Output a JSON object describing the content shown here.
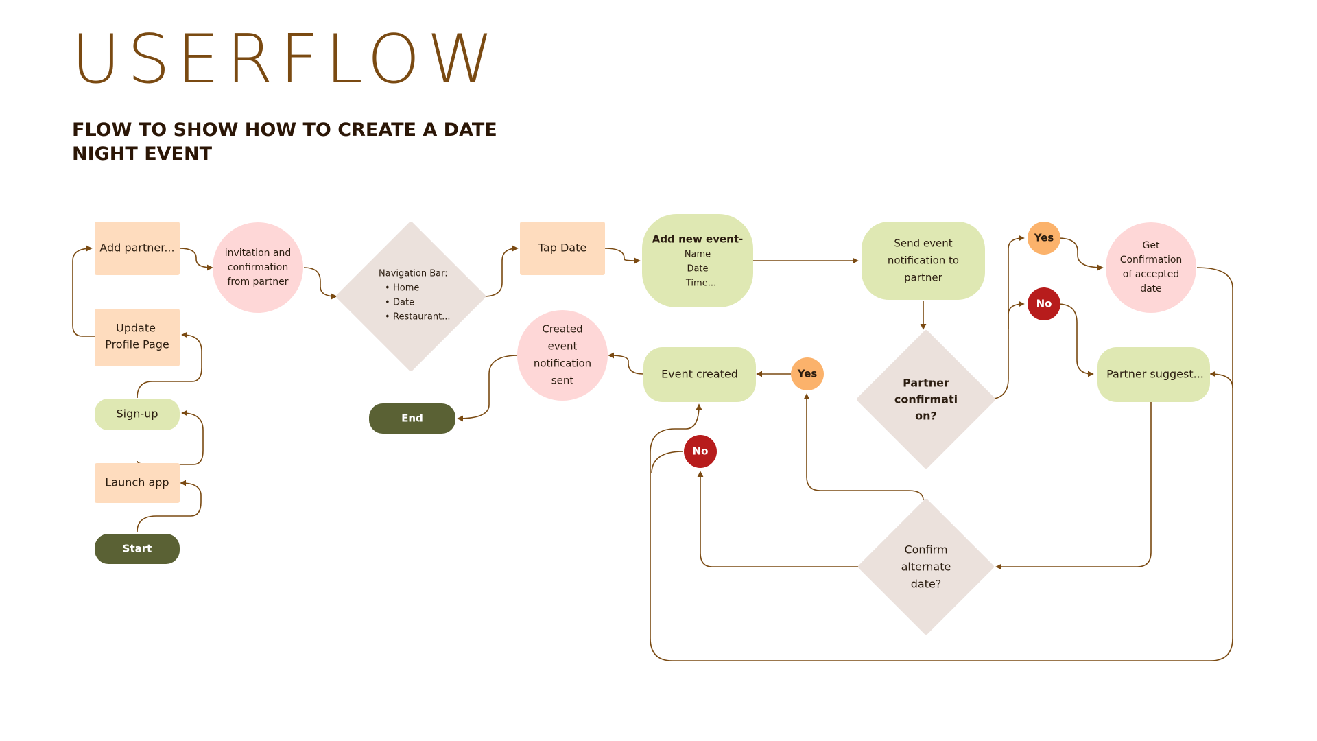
{
  "title": "USERFLOW",
  "subtitle": "FLOW TO SHOW HOW TO CREATE A DATE NIGHT EVENT",
  "colors": {
    "connector": "#7a4a12",
    "peach": "#fedcbe",
    "pink": "#fed7d7",
    "green": "#dfe8b3",
    "taupe": "#ebe1dc",
    "dark_green": "#5a6134",
    "yes": "#fbb26b",
    "no": "#b71c1c"
  },
  "nodes": {
    "add_partner": "Add partner...",
    "invitation": [
      "invitation and",
      "confirmation",
      "from partner"
    ],
    "nav_bar": {
      "title": "Navigation Bar:",
      "items": [
        "Home",
        "Date",
        "Restaurant..."
      ]
    },
    "tap_date": "Tap Date",
    "add_event": {
      "title": "Add new event-",
      "fields": [
        "Name",
        "Date",
        "Time..."
      ]
    },
    "send_notification": [
      "Send event",
      "notification to",
      "partner"
    ],
    "yes_top": "Yes",
    "no_top": "No",
    "get_confirmation": [
      "Get",
      "Confirmation",
      "of accepted",
      "date"
    ],
    "update_profile": [
      "Update",
      "Profile Page"
    ],
    "created_notification": [
      "Created",
      "event",
      "notification",
      "sent"
    ],
    "event_created": "Event created",
    "yes_mid": "Yes",
    "partner_confirmation": [
      "Partner",
      "confirmati",
      "on?"
    ],
    "partner_suggest": "Partner suggest...",
    "sign_up": "Sign-up",
    "end": "End",
    "no_mid": "No",
    "launch_app": "Launch app",
    "start": "Start",
    "confirm_alternate": [
      "Confirm",
      "alternate",
      "date?"
    ]
  }
}
